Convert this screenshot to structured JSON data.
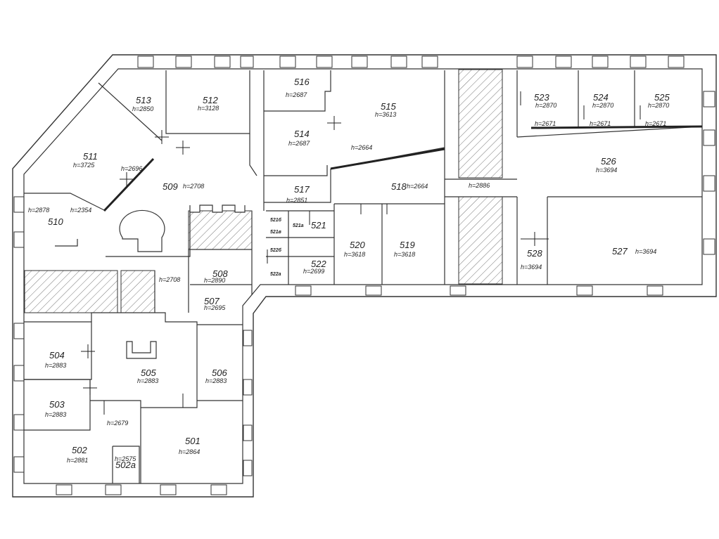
{
  "plan": {
    "rooms": [
      {
        "id": "501",
        "label": "501",
        "height": "h=2864"
      },
      {
        "id": "502",
        "label": "502",
        "height": "h=2881"
      },
      {
        "id": "502a",
        "label": "502a",
        "height": "h=2575"
      },
      {
        "id": "503",
        "label": "503",
        "height": "h=2883"
      },
      {
        "id": "504",
        "label": "504",
        "height": "h=2883"
      },
      {
        "id": "505",
        "label": "505",
        "height": "h=2883"
      },
      {
        "id": "506",
        "label": "506",
        "height": "h=2883"
      },
      {
        "id": "507",
        "label": "507",
        "height": "h=2695"
      },
      {
        "id": "508",
        "label": "508",
        "height": "h=2890"
      },
      {
        "id": "509",
        "label": "509",
        "height": "h=2708"
      },
      {
        "id": "510",
        "label": "510",
        "height": "h=2878"
      },
      {
        "id": "511",
        "label": "511",
        "height": "h=3725"
      },
      {
        "id": "512",
        "label": "512",
        "height": "h=3128"
      },
      {
        "id": "513",
        "label": "513",
        "height": "h=2850"
      },
      {
        "id": "514",
        "label": "514",
        "height": "h=2687"
      },
      {
        "id": "515",
        "label": "515",
        "height": "h=3613"
      },
      {
        "id": "516",
        "label": "516",
        "height": "h=2687"
      },
      {
        "id": "517",
        "label": "517",
        "height": "h=2851"
      },
      {
        "id": "518",
        "label": "518",
        "height": "h=2664"
      },
      {
        "id": "519",
        "label": "519",
        "height": "h=3618"
      },
      {
        "id": "520",
        "label": "520",
        "height": "h=3618"
      },
      {
        "id": "521",
        "label": "521",
        "height": ""
      },
      {
        "id": "521a",
        "label": "521a",
        "height": ""
      },
      {
        "id": "521b",
        "label": "521б",
        "height": ""
      },
      {
        "id": "521v",
        "label": "521в",
        "height": ""
      },
      {
        "id": "522",
        "label": "522",
        "height": "h=2699"
      },
      {
        "id": "522b",
        "label": "522б",
        "height": ""
      },
      {
        "id": "522a",
        "label": "522а",
        "height": ""
      },
      {
        "id": "523",
        "label": "523",
        "height": "h=2870"
      },
      {
        "id": "524",
        "label": "524",
        "height": "h=2870"
      },
      {
        "id": "525",
        "label": "525",
        "height": "h=2870"
      },
      {
        "id": "526",
        "label": "526",
        "height": "h=3694"
      },
      {
        "id": "527",
        "label": "527",
        "height": "h=3694"
      },
      {
        "id": "528",
        "label": "528",
        "height": "h=3694"
      }
    ],
    "extra_heights": {
      "h2696": "h=2696",
      "h2354": "h=2354",
      "h2708b": "h=2708",
      "h2664a": "h=2664",
      "h2886": "h=2886",
      "h2671a": "h=2671",
      "h2671b": "h=2671",
      "h2671c": "h=2671",
      "h2679": "h=2679"
    }
  }
}
